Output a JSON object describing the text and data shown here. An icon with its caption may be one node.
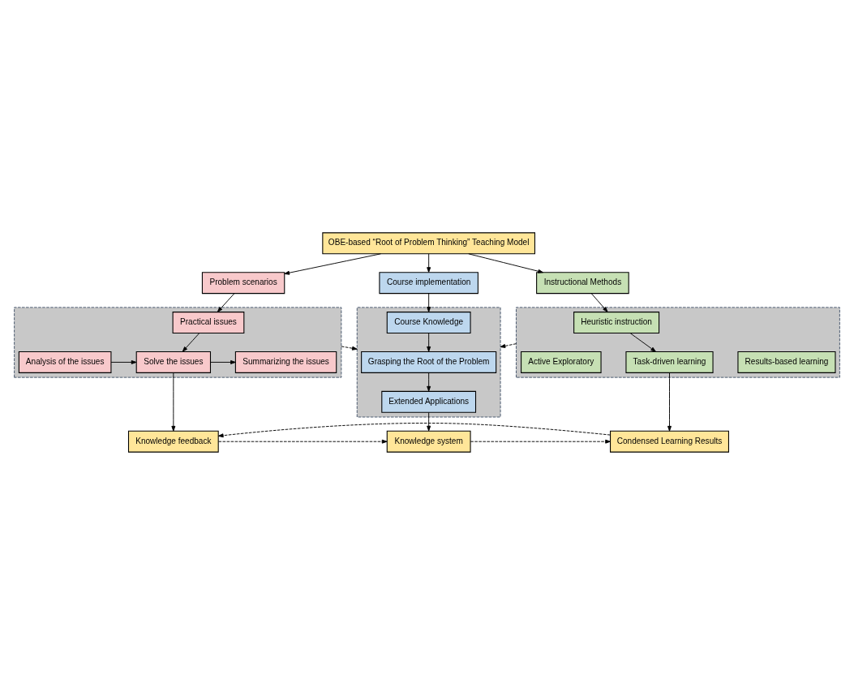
{
  "diagram": {
    "nodes": [
      {
        "text": [
          "OBE-based “Root of Problem Thinking” Teaching Model"
        ]
      },
      {
        "text": [
          "Problem scenarios"
        ]
      },
      {
        "text": [
          "Course implementation"
        ]
      },
      {
        "text": [
          "Instructional Methods"
        ]
      },
      {
        "text": [],
        "shape": "box"
      },
      {
        "text": [
          "Practical issues"
        ],
        "in": 4
      },
      {
        "text": [
          "Analysis of the issues"
        ],
        "in": 4
      },
      {
        "text": [
          "Solve the issues"
        ],
        "in": 4
      },
      {
        "text": [
          "Summarizing the issues"
        ],
        "in": 4
      },
      {
        "text": [],
        "shape": "box"
      },
      {
        "text": [
          "Course Knowledge"
        ],
        "in": 9
      },
      {
        "text": [
          "Grasping the Root of the Problem"
        ],
        "in": 9
      },
      {
        "text": [
          "Extended Applications"
        ],
        "in": 9
      },
      {
        "text": [],
        "shape": "box"
      },
      {
        "text": [
          "Heuristic instruction"
        ],
        "in": 13
      },
      {
        "text": [
          "Active Exploratory"
        ],
        "in": 13
      },
      {
        "text": [
          "Task-driven learning"
        ],
        "in": 13
      },
      {
        "text": [
          "Results-based learning"
        ],
        "in": 13
      },
      {
        "text": [
          "Knowledge feedback"
        ]
      },
      {
        "text": [
          "Knowledge system"
        ]
      },
      {
        "text": [
          "Condensed Learning Results"
        ]
      }
    ],
    "edges": [
      {
        "from": 0,
        "to": 1,
        "arrow": "to"
      },
      {
        "from": 0,
        "to": 2,
        "arrow": "to"
      },
      {
        "from": 0,
        "to": 3,
        "arrow": "to"
      },
      {
        "from": 1,
        "to": 5,
        "arrow": "to"
      },
      {
        "from": 5,
        "to": 7,
        "arrow": "to"
      },
      {
        "from": 6,
        "to": 7,
        "arrow": "to"
      },
      {
        "from": 7,
        "to": 8,
        "arrow": "to"
      },
      {
        "from": 2,
        "to": 10,
        "arrow": "to"
      },
      {
        "from": 10,
        "to": 11,
        "arrow": "to"
      },
      {
        "from": 11,
        "to": 12,
        "arrow": "to"
      },
      {
        "from": 3,
        "to": 14,
        "arrow": "to"
      },
      {
        "from": 14,
        "to": 16,
        "arrow": "to"
      },
      {
        "from": 4,
        "to": 9,
        "arrow": "to",
        "style": "dashed"
      },
      {
        "from": 13,
        "to": 9,
        "arrow": "to",
        "style": "dashed"
      },
      {
        "from": 7,
        "to": 18,
        "arrow": "to"
      },
      {
        "from": 12,
        "to": 19,
        "arrow": "to"
      },
      {
        "from": 16,
        "to": 20,
        "arrow": "to"
      },
      {
        "from": 18,
        "to": 19,
        "arrow": "to",
        "style": "dashed"
      },
      {
        "from": 19,
        "to": 20,
        "arrow": "to",
        "style": "dashed"
      },
      {
        "from": 20,
        "to": 18,
        "arrow": "to",
        "style": "dashed"
      }
    ]
  }
}
